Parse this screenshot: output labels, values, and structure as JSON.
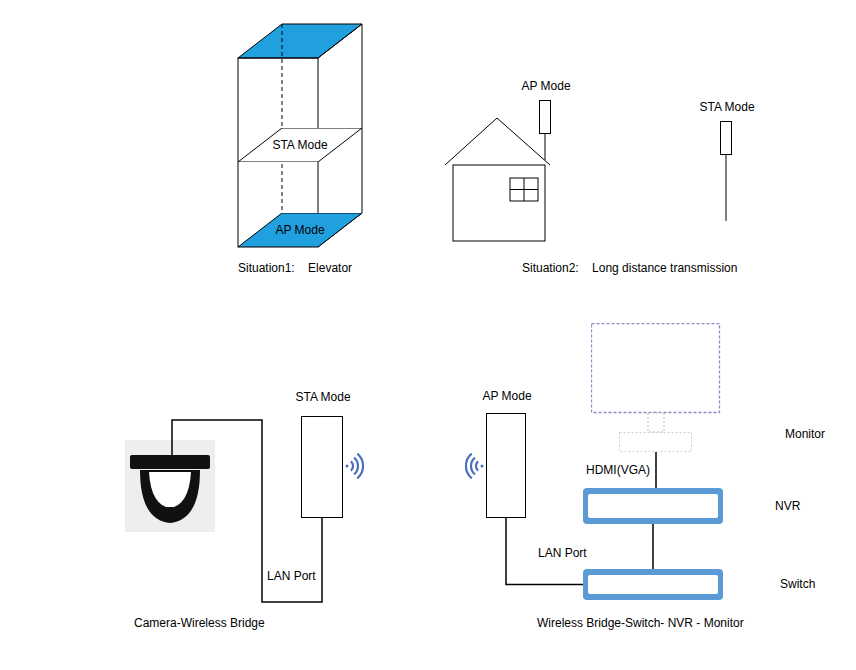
{
  "diagram": {
    "nodes": [
      {
        "text": [
          "STA Mode"
        ]
      },
      {
        "text": [
          "AP Mode"
        ]
      },
      {
        "text": [
          "AP Mode"
        ]
      },
      {
        "text": [
          "STA Mode"
        ]
      },
      {
        "text": [
          "STA Mode"
        ]
      },
      {
        "text": [
          "AP Mode"
        ]
      },
      {
        "text": [
          "Monitor"
        ]
      },
      {
        "text": [
          "NVR"
        ]
      },
      {
        "text": [
          "Switch"
        ]
      }
    ],
    "edges": [
      {
        "from": 5,
        "to": 8,
        "arrow": "none",
        "label": "LAN Port"
      },
      {
        "from": 7,
        "to": 8,
        "arrow": "none"
      },
      {
        "from": 6,
        "to": 7,
        "arrow": "none",
        "label": "HDMI(VGA)"
      }
    ],
    "labels": [
      "Situation1:    Elevator",
      "Situation2:    Long distance transmission",
      "LAN Port",
      "Camera-Wireless Bridge",
      "Wireless Bridge-Switch- NVR - Monitor"
    ]
  }
}
